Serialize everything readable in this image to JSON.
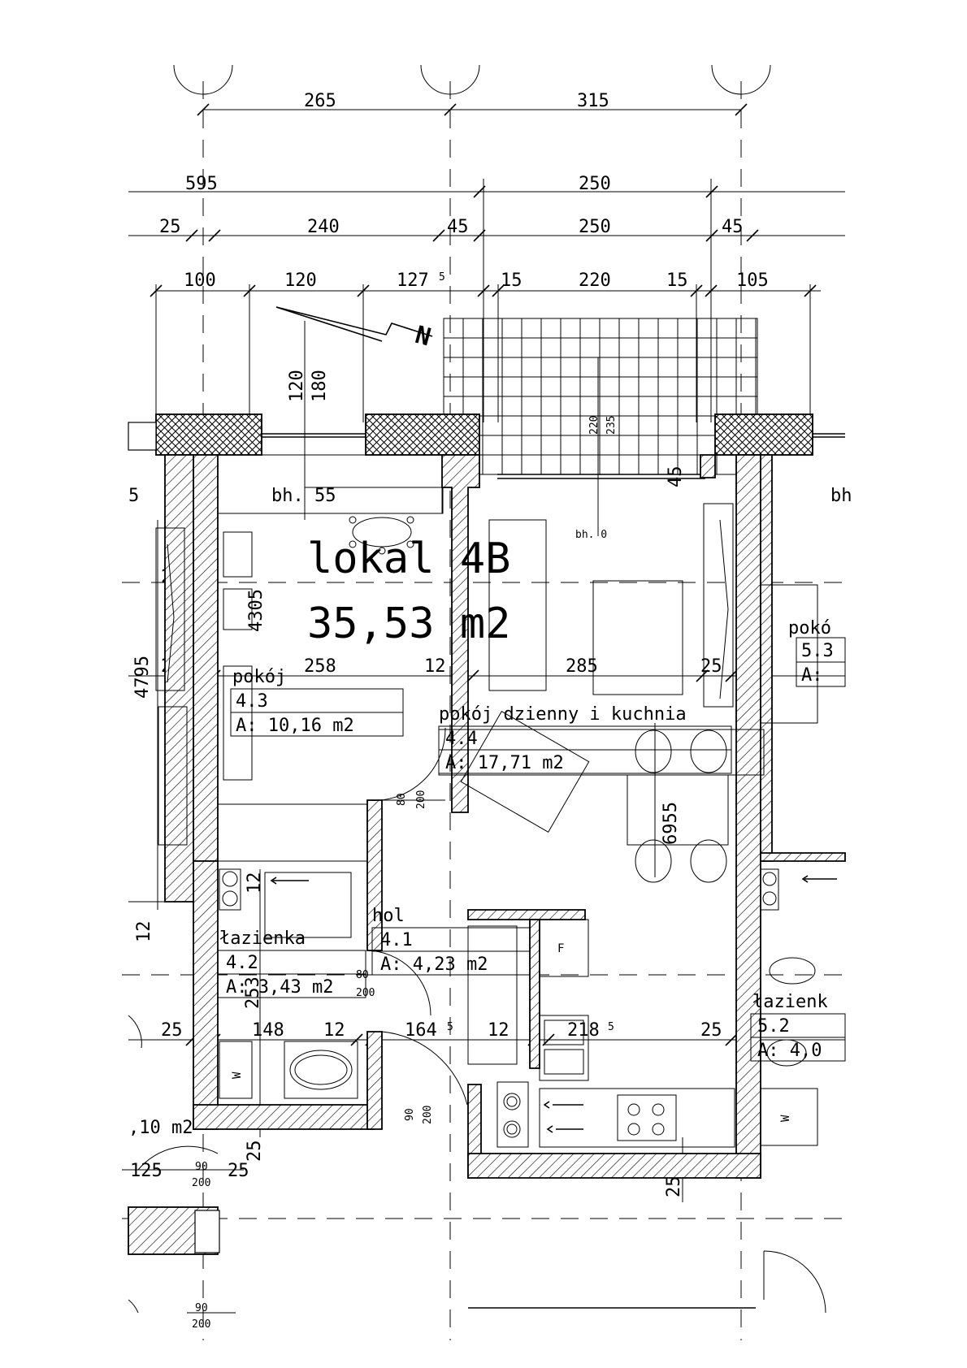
{
  "plan": {
    "title_line1": "lokal 4B",
    "title_line2": "35,53 m2",
    "north_label": "N"
  },
  "dimensions": {
    "row1": [
      "265",
      "315"
    ],
    "row2": [
      "595",
      "250"
    ],
    "row3": [
      "25",
      "240",
      "45",
      "250",
      "45"
    ],
    "row4": [
      "100",
      "120",
      "127",
      "5",
      "15",
      "220",
      "15",
      "105"
    ],
    "inner": [
      "258",
      "12",
      "285",
      "25",
      "25",
      "25"
    ],
    "lower": [
      "25",
      "148",
      "12",
      "164",
      "5",
      "12",
      "218",
      "5",
      "25"
    ],
    "vertical": [
      "120",
      "180",
      "220",
      "235",
      "45",
      "45",
      "45",
      "4305",
      "4795",
      "6955",
      "12",
      "12",
      "25",
      "25",
      "253"
    ],
    "bottom_left": [
      "125",
      "25"
    ],
    "partial_left": "5",
    "partial_area": ",10 m2"
  },
  "labels": {
    "bh_55": "bh. 55",
    "bh_0": "bh. 0",
    "bh_partial": "bh",
    "partial_room_right": "pokó",
    "partial_room_num": "5.3",
    "partial_room_area": "A:",
    "fridge": "F",
    "washer_left": "W",
    "washer_right": "W"
  },
  "doors": {
    "d1": [
      "80",
      "200"
    ],
    "d2": [
      "80",
      "200"
    ],
    "d3": [
      "90",
      "200"
    ],
    "d4": [
      "90",
      "200"
    ],
    "d5": [
      "90",
      "200"
    ]
  },
  "rooms": [
    {
      "name": "pokój",
      "number": "4.3",
      "area": "A: 10,16 m2"
    },
    {
      "name": "pokój dzienny i kuchnia",
      "number": "4.4",
      "area": "A: 17,71 m2"
    },
    {
      "name": "hol",
      "number": "4.1",
      "area": "A: 4,23 m2"
    },
    {
      "name": "łazienka",
      "number": "4.2",
      "area": "A: 3,43 m2"
    },
    {
      "name": "łazienk",
      "number": "5.2",
      "area": "A: 4,0"
    }
  ]
}
